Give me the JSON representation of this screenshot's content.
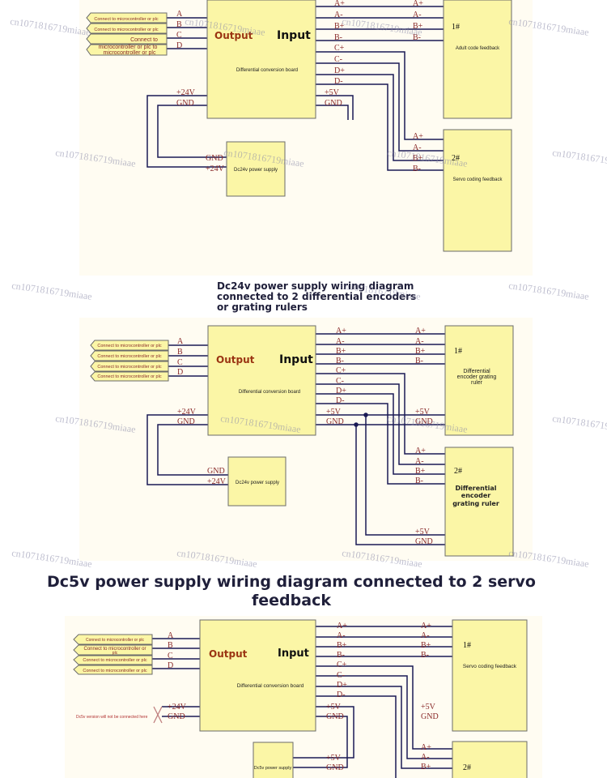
{
  "watermark": "cn1071816719miaae",
  "labels": {
    "output": "Output",
    "input": "Input",
    "board": "Differential conversion board",
    "dc24_supply": "Dc24v power supply",
    "dc5_supply": "Dc5v power supply",
    "ch1": "1#",
    "ch2": "2#",
    "plus24": "+24V",
    "plus5": "+5V",
    "gnd": "GND",
    "abcd": [
      "A",
      "B",
      "C",
      "D"
    ],
    "outputs": [
      "A+",
      "A-",
      "B+",
      "B-",
      "C+",
      "C-",
      "D+",
      "D-"
    ],
    "enc4": [
      "A+",
      "A-",
      "B+",
      "B-"
    ]
  },
  "section1": {
    "connectors": [
      "Connect to microcontroller or plc",
      "Connect to microcontroller or plc",
      "Connect to",
      "microcontroller or plc to",
      "microcontroller or plc"
    ],
    "device1": "Adult code feedback",
    "device2": "Servo coding feedback"
  },
  "section2": {
    "title_lines": [
      "Dc24v power supply wiring diagram",
      "connected to 2 differential encoders",
      "or grating rulers"
    ],
    "connectors": [
      "Connect to microcontroller or plc",
      "Connect to microcontroller or plc",
      "Connect to microcontroller or plc",
      "Connect to microcontroller or plc"
    ],
    "device1_lines": [
      "Differential",
      "encoder grating",
      "ruler"
    ],
    "device2_lines": [
      "Differential",
      "encoder",
      "grating ruler"
    ]
  },
  "section3": {
    "title_lines": [
      "Dc5v power supply wiring diagram connected to 2 servo",
      "feedback"
    ],
    "connectors": [
      "Connect to microcontroller or plc",
      "Connect to microcontroller or",
      "plc",
      "Connect to microcontroller or plc",
      "Connect to microcontroller or plc"
    ],
    "note": "Dc5v version will not be connected here",
    "device1": "Servo coding feedback"
  },
  "colors": {
    "box_fill": "#fbf6a6",
    "wire": "#1a1a55",
    "label": "#8a2a2a",
    "output_label": "#9a3412",
    "title": "#1f1f3a"
  }
}
